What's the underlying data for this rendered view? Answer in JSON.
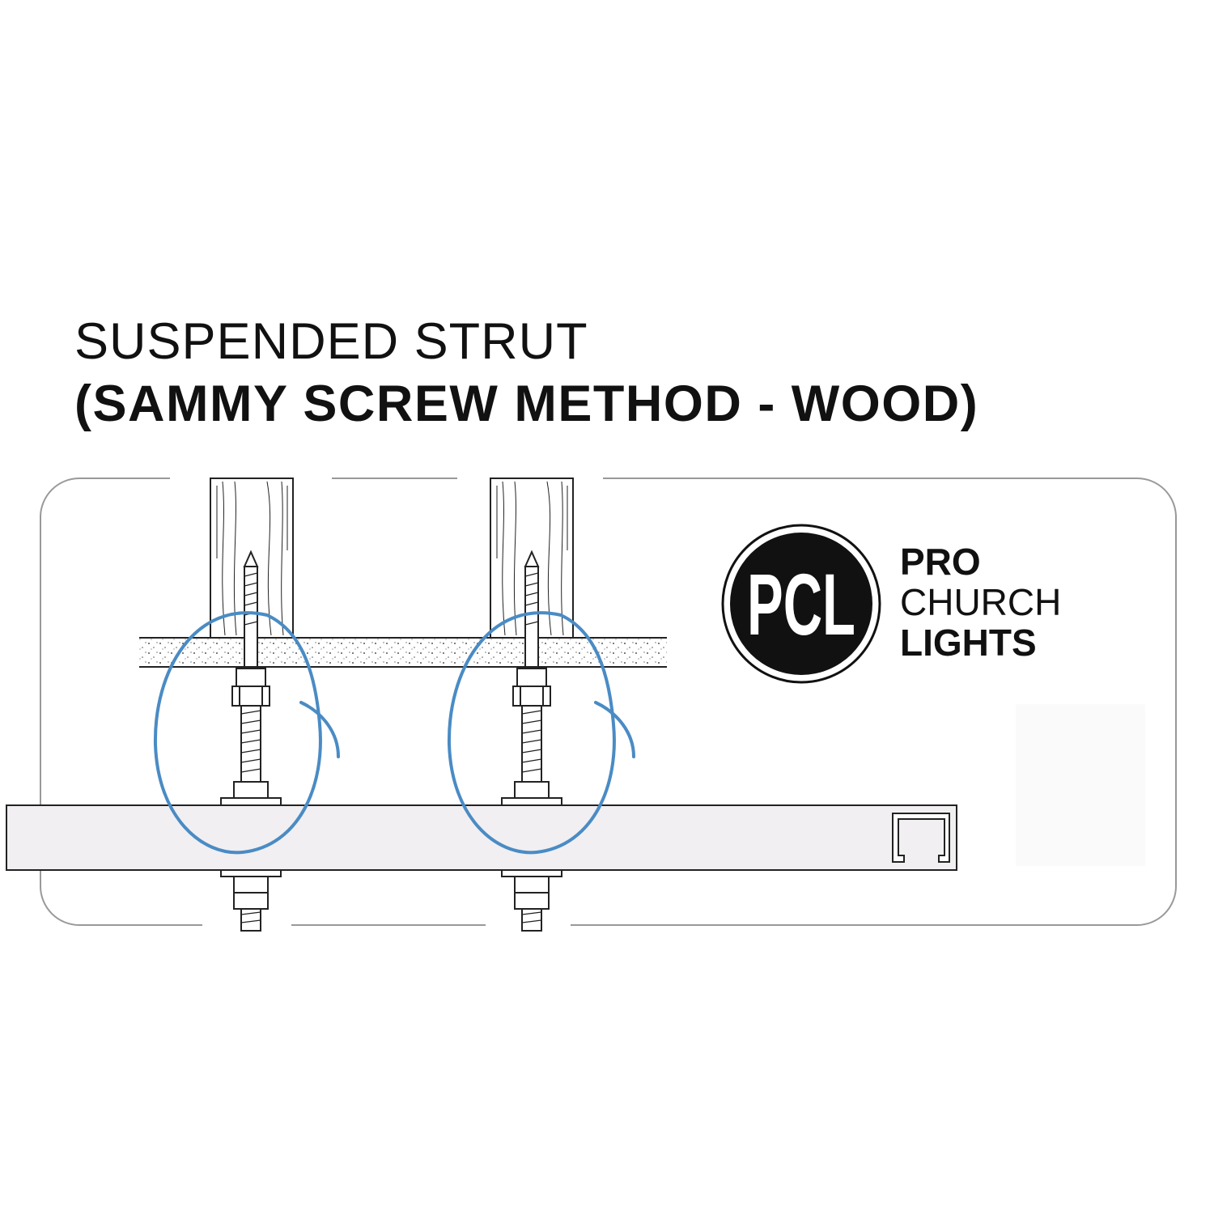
{
  "title": {
    "line1": "SUSPENDED STRUT",
    "line2": "(SAMMY SCREW METHOD - WOOD)"
  },
  "logo": {
    "monogram": "PCL",
    "line1": "PRO",
    "line2": "CHURCH",
    "line3": "LIGHTS"
  },
  "colors": {
    "highlight": "#4a8bc4",
    "ink": "#111111",
    "strut_fill": "#f1eff1"
  },
  "diagram": {
    "mount_points": 2,
    "components": [
      "wood-joist",
      "ceiling-drywall",
      "sammy-screw",
      "threaded-rod",
      "hex-nut",
      "washer",
      "strut-channel"
    ]
  }
}
